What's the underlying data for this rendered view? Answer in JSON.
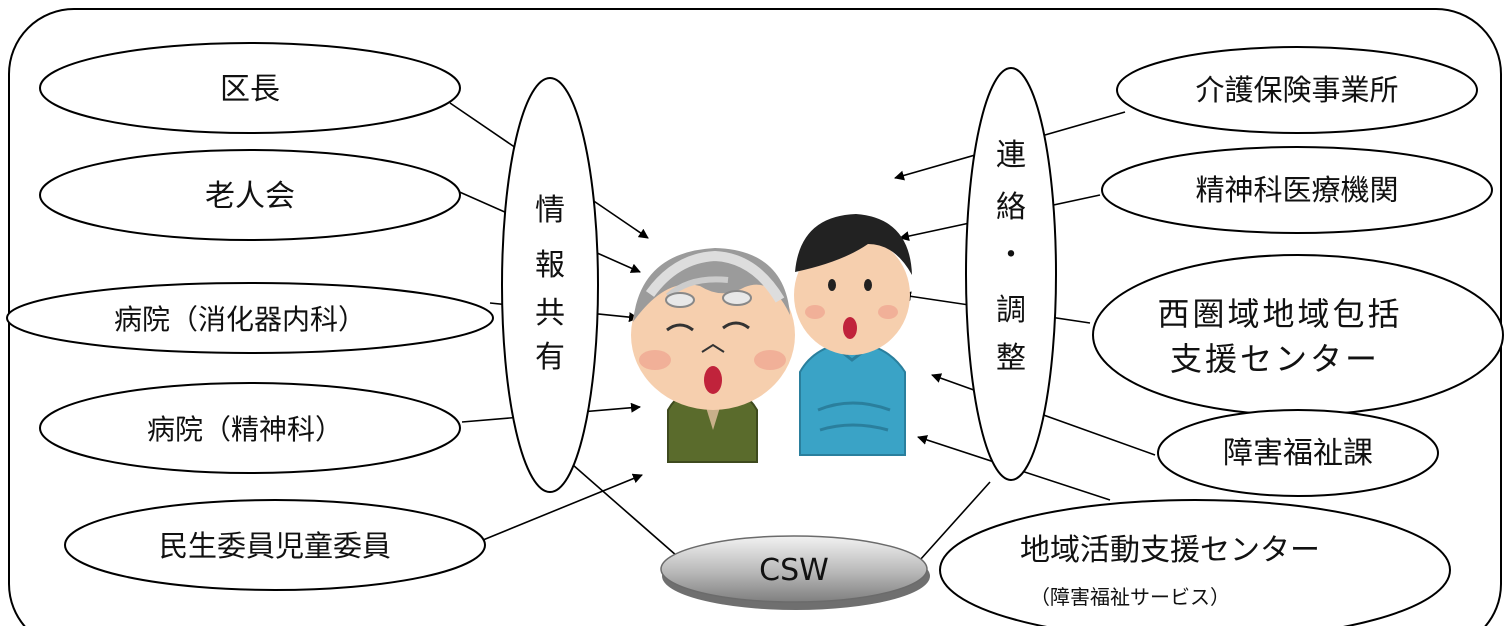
{
  "left_nodes": [
    {
      "id": "kucho",
      "label": "区長"
    },
    {
      "id": "rojinkai",
      "label": "老人会"
    },
    {
      "id": "byoin_shoka",
      "label": "病院（消化器内科）"
    },
    {
      "id": "byoin_seishin",
      "label": "病院（精神科）"
    },
    {
      "id": "minsei",
      "label": "民生委員児童委員"
    }
  ],
  "right_nodes": [
    {
      "id": "kaigo",
      "lines": [
        "介護保険事業所"
      ]
    },
    {
      "id": "seishinka",
      "lines": [
        "精神科医療機関"
      ]
    },
    {
      "id": "hokatsu",
      "lines": [
        "西圏域地域包括",
        "支援センター"
      ]
    },
    {
      "id": "shogai",
      "lines": [
        "障害福祉課"
      ]
    },
    {
      "id": "chiiki",
      "lines": [
        "地域活動支援センター"
      ],
      "note": "（障害福祉サービス）"
    }
  ],
  "center": {
    "csw": "CSW"
  },
  "vertical_labels": {
    "left": [
      "情",
      "報",
      "共",
      "有"
    ],
    "right": [
      "連",
      "絡",
      "・",
      "調",
      "整"
    ]
  }
}
